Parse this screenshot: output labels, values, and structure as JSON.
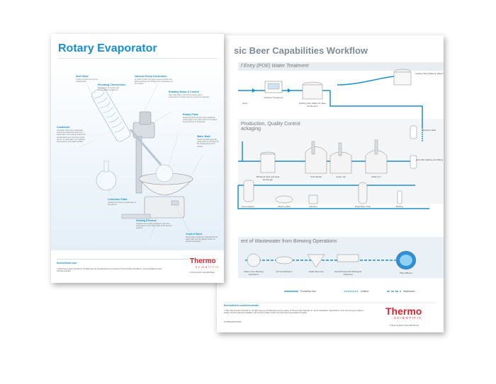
{
  "back_page": {
    "title": "sic Beer Capabilities Workflow",
    "sections": [
      {
        "title": "f Entry (POE) Water Treatment"
      },
      {
        "title": "Production, Quality Control\nackaging"
      },
      {
        "title": ""
      },
      {
        "title": "ent of Wastewater from Brewing Operations"
      }
    ],
    "nodes": {
      "filtration": "Filtration/ Treatment",
      "holding_tank": "Holding Tank (Water for Beer Production)",
      "holding_tank_top": "Holding Tank (Makeup Water)",
      "entry": "Entry",
      "whirlpool": "Whirlpool Tank and Heat Exchanger",
      "grain_bottle": "Grain Bottle",
      "lauter_tun": "Lauter Tun",
      "mash_tun": "Mash Tun",
      "brewing_salts": "Brewing Salts",
      "grist_mill": "Grist Mill: Malting and Milling",
      "fermentation": "Fermentation",
      "aging_tank": "Beating Tank",
      "filtration2": "Filtration",
      "bright_beer": "Bright Beer Tank",
      "bottling": "Bottling",
      "ww_from": "Water From Brewing Operations",
      "ph": "pH Neutralization",
      "solids": "Solids Removal",
      "aerobic": "Aerobic/Anaerobic Biological Treatment",
      "plant_effluent": "Plant Effluent"
    },
    "legend": {
      "production_flow": "Production flow",
      "additive": "Additive",
      "wastewater": "Wastewater"
    },
    "url": "thermofisher.com/beermeats",
    "footer_text": "© 2016 Thermo Fisher Scientific Inc. All rights reserved. All trademarks are the property of Thermo Fisher Scientific Inc. and its subsidiaries. Specifications, terms and pricing are subject to change. Not all products are available in all countries. Please consult your local sales representative for details.",
    "code": "SC-BTEO-ENTW-0916",
    "logo": {
      "thermo": "Thermo",
      "scientific": "SCIENTIFIC",
      "tagline": "A Thermo Fisher Scientific Brand"
    }
  },
  "front_page": {
    "title": "Rotary Evaporator",
    "callouts": [
      {
        "label": "Inlet Valve",
        "desc": "A valve to admit air into the rotating flask"
      },
      {
        "label": "Plumbing Connections",
        "desc": "The source of coolant and condensation equipment"
      },
      {
        "label": "Vacuum Pump Connection",
        "desc": "In order to lower the vapor pressure within the flask and lower the boiling point temperature of the solvent"
      },
      {
        "label": "Rotating Motor & Control",
        "desc": "Spins the flask in the bath to cause rapid evaporation of solvent and to ensure homogeneity"
      },
      {
        "label": "Condenser",
        "desc": "A location where the evaporated solvent is condensed back into a liquid state. The cooling material for condensation can vary from glycol, dry ice, or cold water. It is routinely connected to a circulating chiller."
      },
      {
        "label": "Rotary Flask",
        "desc": "Holds the liquid sample and is gradually submerged in the water bath to be heated for the solvent to evaporate"
      },
      {
        "label": "Water Bath",
        "desc": "Heats the flask generally using water or oil based on the boiling point of the solvent"
      },
      {
        "label": "Collection Flask",
        "desc": "Collects the solvent condensate of the solvent"
      },
      {
        "label": "Heating Element",
        "desc": "Supplies heat energy needed to raise the temperature of the water bath to the desired setpoint"
      },
      {
        "label": "Control Panel",
        "desc": "Temperature setpoint is adjusted for the water bath and the display shows its actual temperature"
      }
    ],
    "url": "thermofisher.com",
    "footer_text": "© 2016 Thermo Fisher Scientific Inc. All rights reserved. All trademarks are the property of Thermo Fisher Scientific Inc. and its subsidiaries unless otherwise specified.",
    "logo": {
      "thermo": "Thermo",
      "scientific": "SCIENTIFIC",
      "tagline": "A Thermo Fisher Scientific Brand"
    }
  },
  "colors": {
    "accent_blue": "#1a8fd0",
    "brand_red": "#d6232c",
    "band_gray": "#e8edf2"
  }
}
